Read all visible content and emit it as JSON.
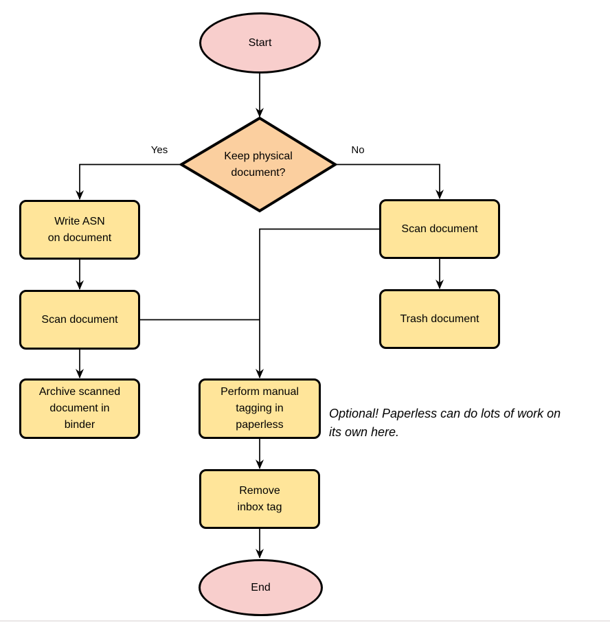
{
  "diagram": {
    "nodes": {
      "start": {
        "label": "Start",
        "type": "terminal"
      },
      "decision": {
        "label": "Keep physical\ndocument?",
        "type": "decision"
      },
      "write_asn": {
        "label": "Write ASN\non document",
        "type": "process"
      },
      "scan_left": {
        "label": "Scan document",
        "type": "process"
      },
      "archive": {
        "label": "Archive scanned\ndocument in\nbinder",
        "type": "process"
      },
      "scan_right": {
        "label": "Scan document",
        "type": "process"
      },
      "trash": {
        "label": "Trash document",
        "type": "process"
      },
      "tagging": {
        "label": "Perform manual\ntagging in\npaperless",
        "type": "process"
      },
      "remove_tag": {
        "label": "Remove\ninbox tag",
        "type": "process"
      },
      "end": {
        "label": "End",
        "type": "terminal"
      }
    },
    "edge_labels": {
      "yes": "Yes",
      "no": "No"
    },
    "note": "Optional! Paperless can do lots of work on\nits own here.",
    "colors": {
      "terminal_fill": "#f8cecc",
      "decision_fill": "#fbcf9f",
      "process_fill": "#ffe59a",
      "stroke": "#000000",
      "page_bottom_border": "#eae6e6"
    }
  }
}
